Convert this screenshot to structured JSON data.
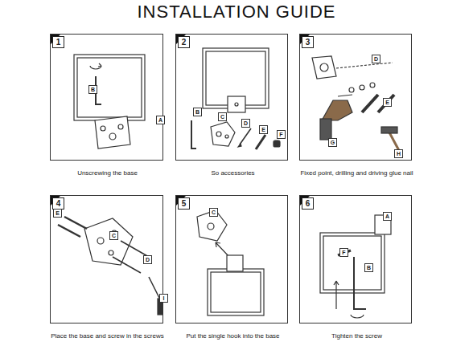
{
  "diagram": {
    "title": "INSTALLATION GUIDE",
    "nodes": [
      {
        "text": [
          "1",
          "Unscrewing the base"
        ]
      },
      {
        "text": [
          "2",
          "So accessories"
        ]
      },
      {
        "text": [
          "3",
          "Fixed point, drilling and driving glue nail"
        ]
      },
      {
        "text": [
          "4",
          "Place the base and screw in the screws"
        ]
      },
      {
        "text": [
          "5",
          "Put the single hook into the base"
        ]
      },
      {
        "text": [
          "6",
          "Tighten the screw"
        ]
      }
    ],
    "labels": [
      "B",
      "A",
      "B",
      "C",
      "D",
      "E",
      "F",
      "D",
      "E",
      "G",
      "H",
      "E",
      "C",
      "D",
      "I",
      "C",
      "A",
      "F",
      "B"
    ]
  }
}
